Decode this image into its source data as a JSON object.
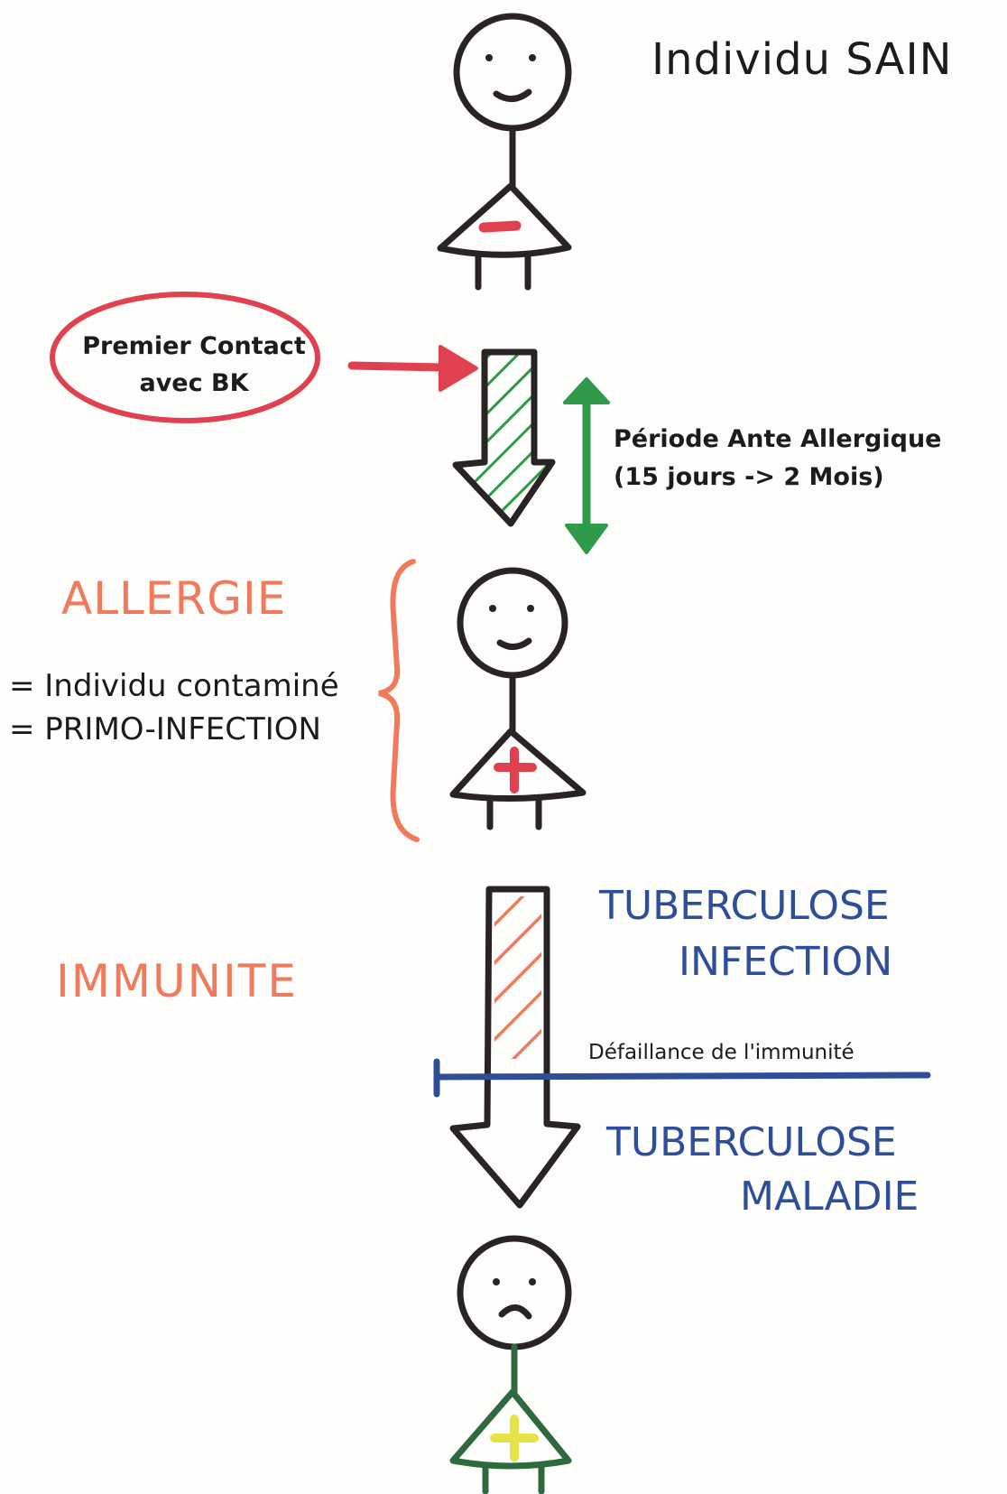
{
  "title": "Individu SAIN",
  "contact": {
    "line1": "Premier Contact",
    "line2": "avec BK"
  },
  "periode": {
    "line1": "Période Ante Allergique",
    "line2": "(15 jours -> 2 Mois)"
  },
  "allergie": {
    "label": "ALLERGIE",
    "line1": "= Individu contaminé",
    "line2": "= PRIMO-INFECTION"
  },
  "immunite": "IMMUNITE",
  "tuberculose_infection": {
    "line1": "TUBERCULOSE",
    "line2": "INFECTION"
  },
  "defaillance": "Défaillance de l'immunité",
  "tuberculose_maladie": {
    "line1": "TUBERCULOSE",
    "line2": "MALADIE"
  },
  "colors": {
    "ink": "#2a2326",
    "red": "#e0414f",
    "green": "#2e9a4a",
    "orange": "#f07a5c",
    "blue": "#2e4e9a",
    "dark_green": "#2f6a3e",
    "yellow": "#e8e24a"
  },
  "figures": [
    {
      "name": "healthy-person",
      "expression": "smile",
      "sign": "minus"
    },
    {
      "name": "infected-person",
      "expression": "smile",
      "sign": "plus"
    },
    {
      "name": "sick-person",
      "expression": "frown",
      "sign": "plus"
    }
  ]
}
